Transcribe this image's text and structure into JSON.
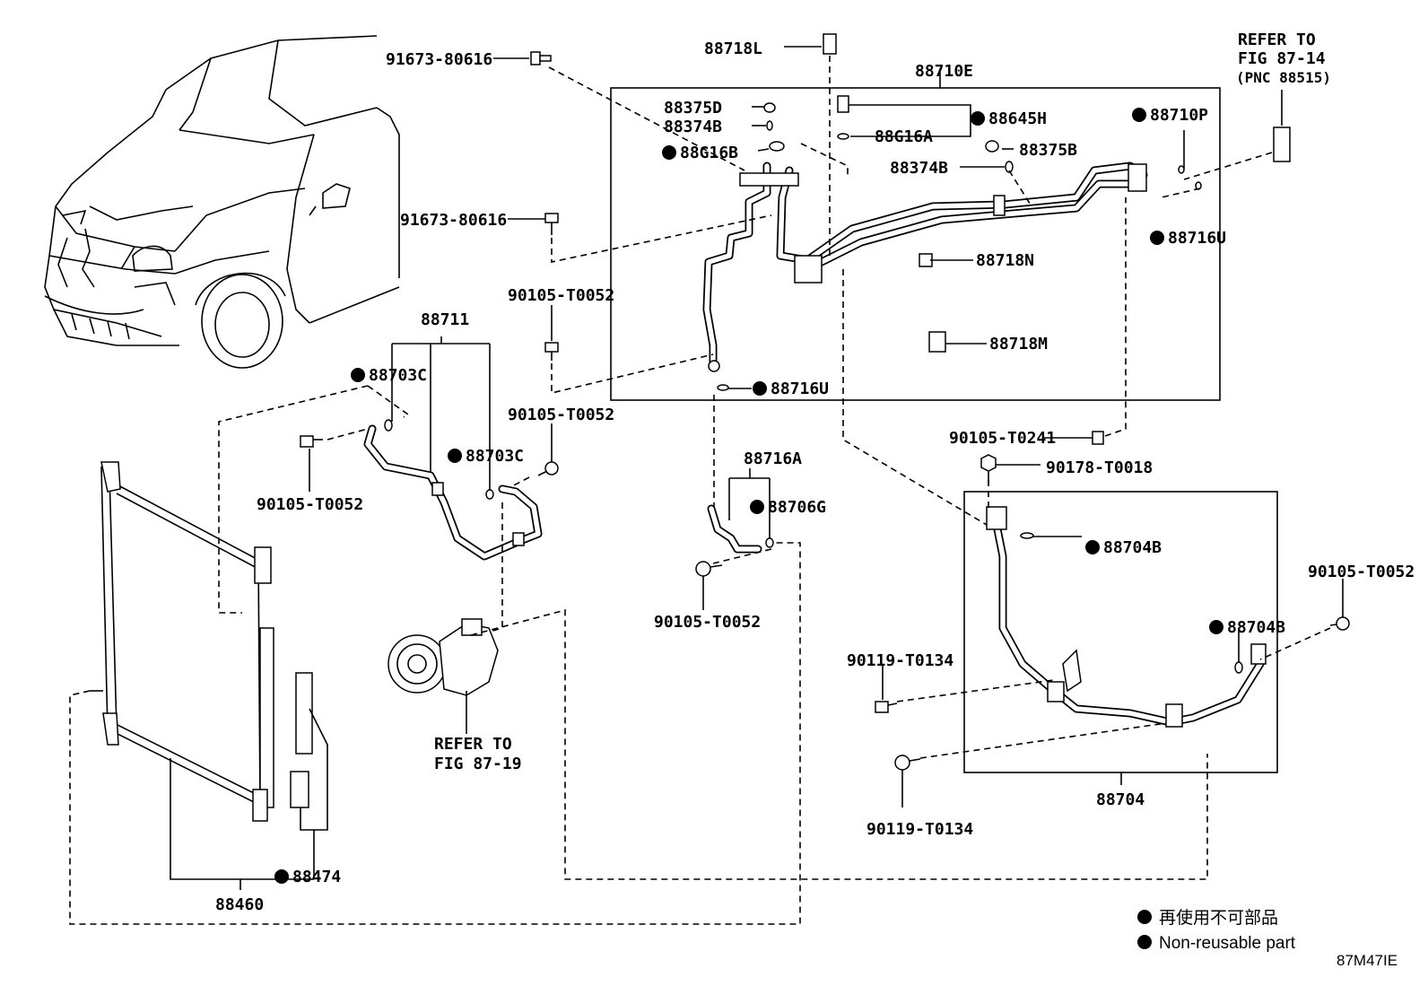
{
  "labels": {
    "p91673_top": "91673-80616",
    "p91673_mid": "91673-80616",
    "p88718L": "88718L",
    "p88710E": "88710E",
    "p88375D": "88375D",
    "p88374B_l": "88374B",
    "p88G16B": "88G16B",
    "p88645H": "88645H",
    "p88G16A": "88G16A",
    "p88375B": "88375B",
    "p88374B_r": "88374B",
    "p88710P": "88710P",
    "p88716U_r": "88716U",
    "p88718N": "88718N",
    "p88718M": "88718M",
    "p88716U_l": "88716U",
    "p90105_a": "90105-T0052",
    "p90105_b": "90105-T0052",
    "p90105_c": "90105-T0052",
    "p90105_d": "90105-T0052",
    "p90105_e": "90105-T0052",
    "p90105_t0241": "90105-T0241",
    "p90178": "90178-T0018",
    "p88711": "88711",
    "p88703C_a": "88703C",
    "p88703C_b": "88703C",
    "p88716A": "88716A",
    "p88706G": "88706G",
    "p88704B_a": "88704B",
    "p88704B_b": "88704B",
    "p90119_a": "90119-T0134",
    "p90119_b": "90119-T0134",
    "p88704": "88704",
    "p88474": "88474",
    "p88460": "88460"
  },
  "references": {
    "fig_87_14_line1": "REFER TO",
    "fig_87_14_line2": "FIG 87-14",
    "fig_87_14_line3": "(PNC 88515)",
    "fig_87_19_line1": "REFER TO",
    "fig_87_19_line2": "FIG 87-19"
  },
  "legend": {
    "symbol": "●",
    "japanese": "再使用不可部品",
    "english": "Non-reusable part"
  },
  "diagram_code": "87M47IE"
}
